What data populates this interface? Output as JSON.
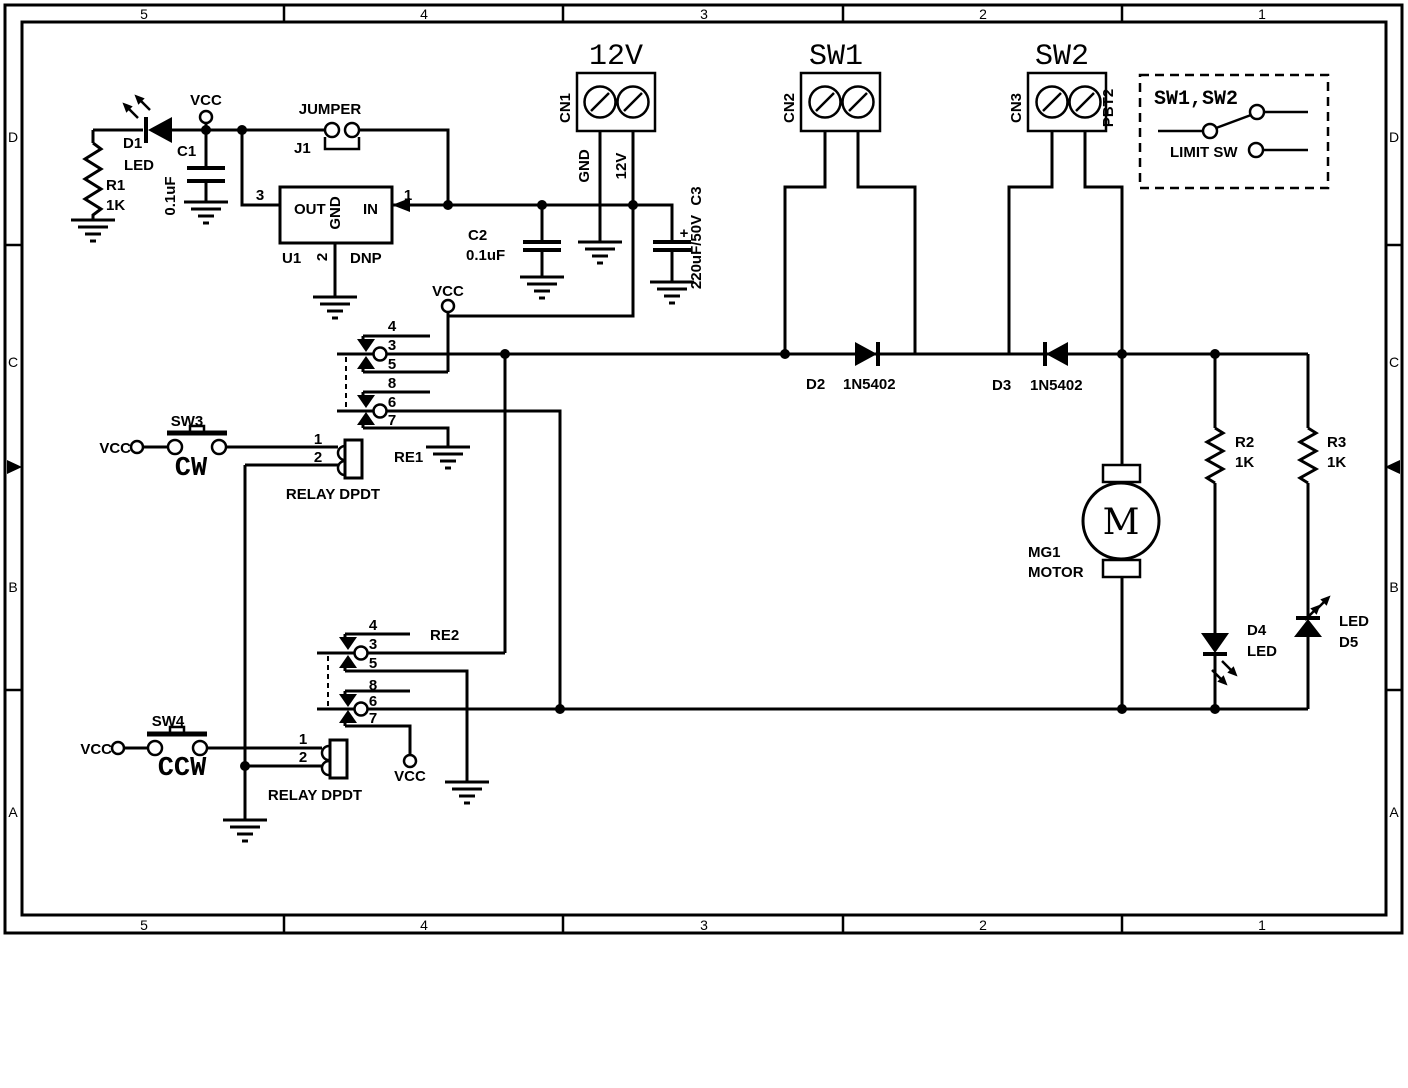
{
  "sheet": {
    "zones_h": [
      "5",
      "4",
      "3",
      "2",
      "1"
    ],
    "zones_v": [
      "D",
      "C",
      "B",
      "A"
    ]
  },
  "power_input": {
    "title": "12V",
    "ref": "CN1",
    "pin_gnd": "GND",
    "pin_12v": "12V",
    "c2_ref": "C2",
    "c2_val": "0.1uF",
    "c3_ref": "C3",
    "c3_val": "220uF/50V",
    "c3_plus": "+"
  },
  "regulator": {
    "ref": "U1",
    "out": "OUT",
    "gnd": "GND",
    "in": "IN",
    "pin3": "3",
    "pin1": "1",
    "pin2": "2",
    "dnp": "DNP"
  },
  "pilot": {
    "vcc": "VCC",
    "d1": "D1",
    "d1_type": "LED",
    "r1": "R1",
    "r1_val": "1K",
    "c1": "C1",
    "c1_val": "0.1uF",
    "jumper": "JUMPER",
    "j1": "J1"
  },
  "sw1_conn": {
    "title": "SW1",
    "ref": "CN2"
  },
  "sw2_conn": {
    "title": "SW2",
    "ref": "CN3",
    "alt": "PBT2"
  },
  "legend": {
    "title": "SW1,SW2",
    "label": "LIMIT SW"
  },
  "diodes": {
    "d2": "D2",
    "d2_val": "1N5402",
    "d3": "D3",
    "d3_val": "1N5402"
  },
  "vcc_node": {
    "label": "VCC"
  },
  "re1": {
    "ref": "RE1",
    "type": "RELAY DPDT",
    "p1": "1",
    "p2": "2",
    "p3": "3",
    "p4": "4",
    "p5": "5",
    "p6": "6",
    "p7": "7",
    "p8": "8"
  },
  "re2": {
    "ref": "RE2",
    "type": "RELAY DPDT",
    "p1": "1",
    "p2": "2",
    "p3": "3",
    "p4": "4",
    "p5": "5",
    "p6": "6",
    "p7": "7",
    "p8": "8",
    "vcc": "VCC"
  },
  "sw3": {
    "ref": "SW3",
    "label": "CW",
    "vcc": "VCC"
  },
  "sw4": {
    "ref": "SW4",
    "label": "CCW",
    "vcc": "VCC"
  },
  "motor": {
    "ref": "MG1",
    "type": "MOTOR",
    "sym": "M"
  },
  "r2": {
    "ref": "R2",
    "val": "1K"
  },
  "r3": {
    "ref": "R3",
    "val": "1K"
  },
  "d4": {
    "ref": "D4",
    "type": "LED"
  },
  "d5": {
    "ref": "D5",
    "type": "LED"
  }
}
